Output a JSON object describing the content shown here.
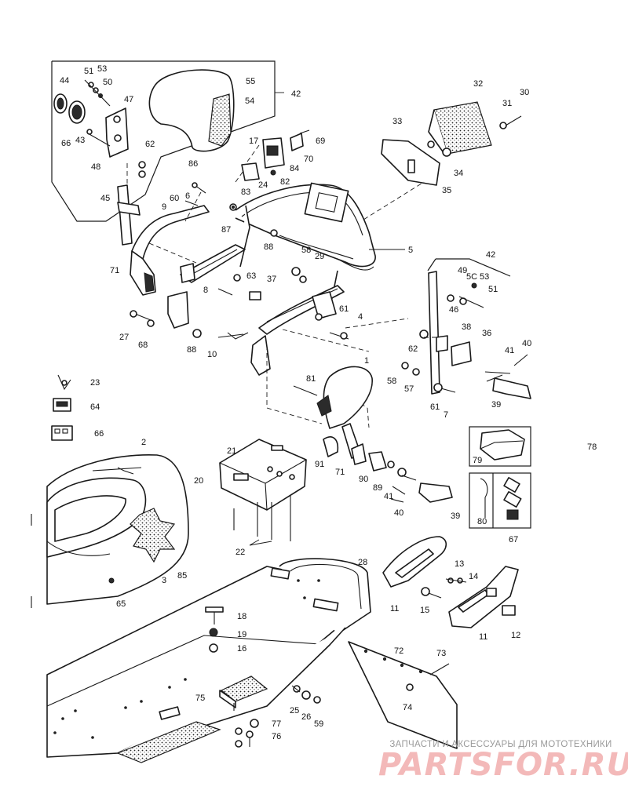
{
  "callouts": [
    {
      "label": "51"
    },
    {
      "label": "53"
    },
    {
      "label": "50"
    },
    {
      "label": "44"
    },
    {
      "label": "47"
    },
    {
      "label": "66"
    },
    {
      "label": "43"
    },
    {
      "label": "48"
    },
    {
      "label": "62"
    },
    {
      "label": "55"
    },
    {
      "label": "54"
    },
    {
      "label": "42"
    },
    {
      "label": "32"
    },
    {
      "label": "30"
    },
    {
      "label": "31"
    },
    {
      "label": "33"
    },
    {
      "label": "34"
    },
    {
      "label": "35"
    },
    {
      "label": "17"
    },
    {
      "label": "69"
    },
    {
      "label": "70"
    },
    {
      "label": "84"
    },
    {
      "label": "24"
    },
    {
      "label": "82"
    },
    {
      "label": "86"
    },
    {
      "label": "83"
    },
    {
      "label": "45"
    },
    {
      "label": "60"
    },
    {
      "label": "9"
    },
    {
      "label": "6"
    },
    {
      "label": "87"
    },
    {
      "label": "88"
    },
    {
      "label": "5"
    },
    {
      "label": "71"
    },
    {
      "label": "58"
    },
    {
      "label": "29"
    },
    {
      "label": "63"
    },
    {
      "label": "37"
    },
    {
      "label": "8"
    },
    {
      "label": "61"
    },
    {
      "label": "4"
    },
    {
      "label": "42"
    },
    {
      "label": "49"
    },
    {
      "label": "5C"
    },
    {
      "label": "53"
    },
    {
      "label": "51"
    },
    {
      "label": "46"
    },
    {
      "label": "27"
    },
    {
      "label": "68"
    },
    {
      "label": "88"
    },
    {
      "label": "10"
    },
    {
      "label": "62"
    },
    {
      "label": "38"
    },
    {
      "label": "36"
    },
    {
      "label": "41"
    },
    {
      "label": "40"
    },
    {
      "label": "58"
    },
    {
      "label": "57"
    },
    {
      "label": "23"
    },
    {
      "label": "81"
    },
    {
      "label": "1"
    },
    {
      "label": "61"
    },
    {
      "label": "7"
    },
    {
      "label": "39"
    },
    {
      "label": "64"
    },
    {
      "label": "66"
    },
    {
      "label": "78"
    },
    {
      "label": "79"
    },
    {
      "label": "2"
    },
    {
      "label": "21"
    },
    {
      "label": "91"
    },
    {
      "label": "71"
    },
    {
      "label": "90"
    },
    {
      "label": "89"
    },
    {
      "label": "41"
    },
    {
      "label": "40"
    },
    {
      "label": "39"
    },
    {
      "label": "20"
    },
    {
      "label": "80"
    },
    {
      "label": "67"
    },
    {
      "label": "22"
    },
    {
      "label": "28"
    },
    {
      "label": "3"
    },
    {
      "label": "85"
    },
    {
      "label": "13"
    },
    {
      "label": "14"
    },
    {
      "label": "65"
    },
    {
      "label": "18"
    },
    {
      "label": "11"
    },
    {
      "label": "15"
    },
    {
      "label": "11"
    },
    {
      "label": "12"
    },
    {
      "label": "19"
    },
    {
      "label": "16"
    },
    {
      "label": "72"
    },
    {
      "label": "73"
    },
    {
      "label": "75"
    },
    {
      "label": "25"
    },
    {
      "label": "26"
    },
    {
      "label": "59"
    },
    {
      "label": "74"
    },
    {
      "label": "77"
    },
    {
      "label": "76"
    }
  ],
  "watermark": {
    "tagline": "ЗАПЧАСТИ И АКСЕССУАРЫ ДЛЯ МОТОТЕХНИКИ",
    "logo": "PARTSFOR.RU"
  },
  "colors": {
    "line": "#1a1a1a",
    "background": "#ffffff",
    "watermark_text": "#9a9a9a",
    "watermark_logo": "#f3b9b9"
  }
}
